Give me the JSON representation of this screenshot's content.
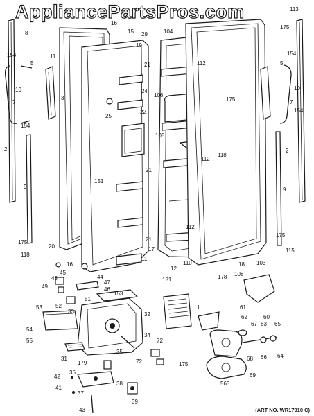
{
  "watermark": "AppliancePartsPros.com",
  "art_no": "(ART NO. WR17910 C)",
  "callouts": {
    "c113": "113",
    "c8": "8",
    "c16": "16",
    "c15": "15",
    "c29": "29",
    "c104": "104",
    "c175a": "175",
    "c19": "19",
    "c154a": "154",
    "c154b": "154",
    "c5a": "5",
    "c5b": "5",
    "c11": "11",
    "c10a": "10",
    "c10b": "10",
    "c3": "3",
    "c7a": "7",
    "c7b": "7",
    "c154c": "154",
    "c154d": "154",
    "c2a": "2",
    "c2b": "2",
    "c21a": "21",
    "c24": "24",
    "c21b": "21",
    "c21c": "21",
    "c22": "22",
    "c25": "25",
    "c151": "151",
    "c9a": "9",
    "c9b": "9",
    "c112a": "112",
    "c112b": "112",
    "c112c": "112",
    "c106": "106",
    "c105": "105",
    "c118": "118",
    "c175b": "175",
    "c175c": "175",
    "c175d": "175",
    "c118b": "118",
    "c20": "20",
    "c17": "17",
    "c16b": "16",
    "c11b": "11",
    "c12": "12",
    "c110": "110",
    "c181": "181",
    "c178": "178",
    "c18": "18",
    "c108": "108",
    "c103": "103",
    "c115": "115",
    "c45": "45",
    "c44": "44",
    "c49": "49",
    "c48": "48",
    "c47": "47",
    "c46": "46",
    "c153": "153",
    "c53": "53",
    "c52": "52",
    "c51": "51",
    "c33": "33",
    "c32": "32",
    "c1": "1",
    "c60": "60",
    "c61": "61",
    "c62": "62",
    "c63": "63",
    "c65": "65",
    "c67": "67",
    "c66": "66",
    "c64": "64",
    "c68": "68",
    "c69": "69",
    "c563": "563",
    "c54": "54",
    "c55": "55",
    "c34": "34",
    "c35": "35",
    "c31": "31",
    "c72a": "72",
    "c72b": "72",
    "c175e": "175",
    "c179": "179",
    "c36": "36",
    "c42": "42",
    "c41": "41",
    "c37": "37",
    "c38": "38",
    "c39": "39",
    "c43": "43"
  }
}
